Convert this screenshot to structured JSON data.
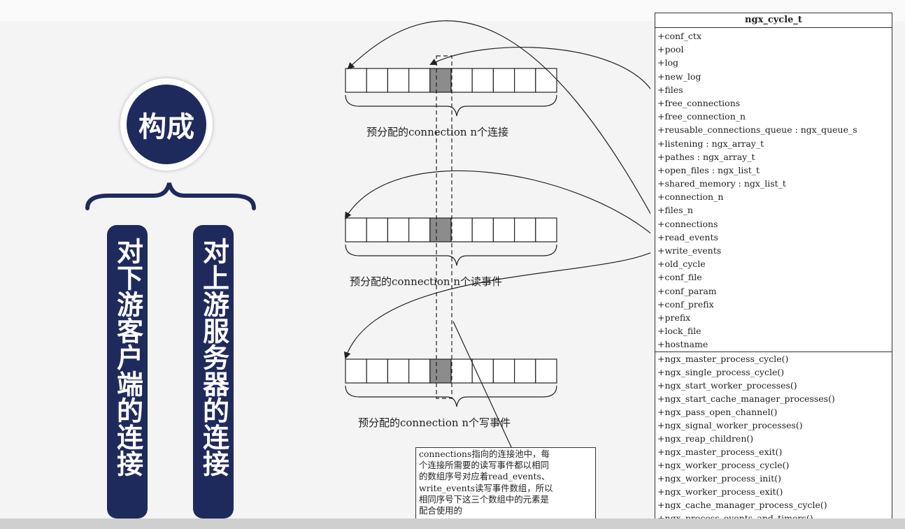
{
  "left_panel": {
    "circle_label": "构成",
    "pill_left": "对下游客户端的连接",
    "pill_right": "对上游服务器的连接"
  },
  "arrays": [
    {
      "caption": "预分配的connection n个连接",
      "highlight_index": 4
    },
    {
      "caption": "预分配的connection n个读事件",
      "highlight_index": 4
    },
    {
      "caption": "预分配的connection n个写事件",
      "highlight_index": 4
    }
  ],
  "class_box": {
    "title": "ngx_cycle_t",
    "attributes": [
      "+conf_ctx",
      "+pool",
      "+log",
      "+new_log",
      "+files",
      "+free_connections",
      "+free_connection_n",
      "+reusable_connections_queue : ngx_queue_s",
      "+listening : ngx_array_t",
      "+pathes : ngx_array_t",
      "+open_files : ngx_list_t",
      "+shared_memory : ngx_list_t",
      "+connection_n",
      "+files_n",
      "+connections",
      "+read_events",
      "+write_events",
      "+old_cycle",
      "+conf_file",
      "+conf_param",
      "+conf_prefix",
      "+prefix",
      "+lock_file",
      "+hostname"
    ],
    "methods": [
      "+ngx_master_process_cycle()",
      "+ngx_single_process_cycle()",
      "+ngx_start_worker_processes()",
      "+ngx_start_cache_manager_processes()",
      "+ngx_pass_open_channel()",
      "+ngx_signal_worker_processes()",
      "+ngx_reap_children()",
      "+ngx_master_process_exit()",
      "+ngx_worker_process_cycle()",
      "+ngx_worker_process_init()",
      "+ngx_worker_process_exit()",
      "+ngx_cache_manager_process_cycle()",
      "+ngx_process_events_and_timers()"
    ]
  },
  "note": {
    "lines": [
      "connections指向的连接池中，每",
      "个连接所需要的读写事件都以相同",
      "的数组序号对应着read_events、",
      "write_events读写事件数组，所以",
      "相同序号下这三个数组中的元素是",
      "配合使用的"
    ]
  },
  "colors": {
    "navy": "#1f2a5c",
    "highlight_cell": "#8c8c8c"
  }
}
